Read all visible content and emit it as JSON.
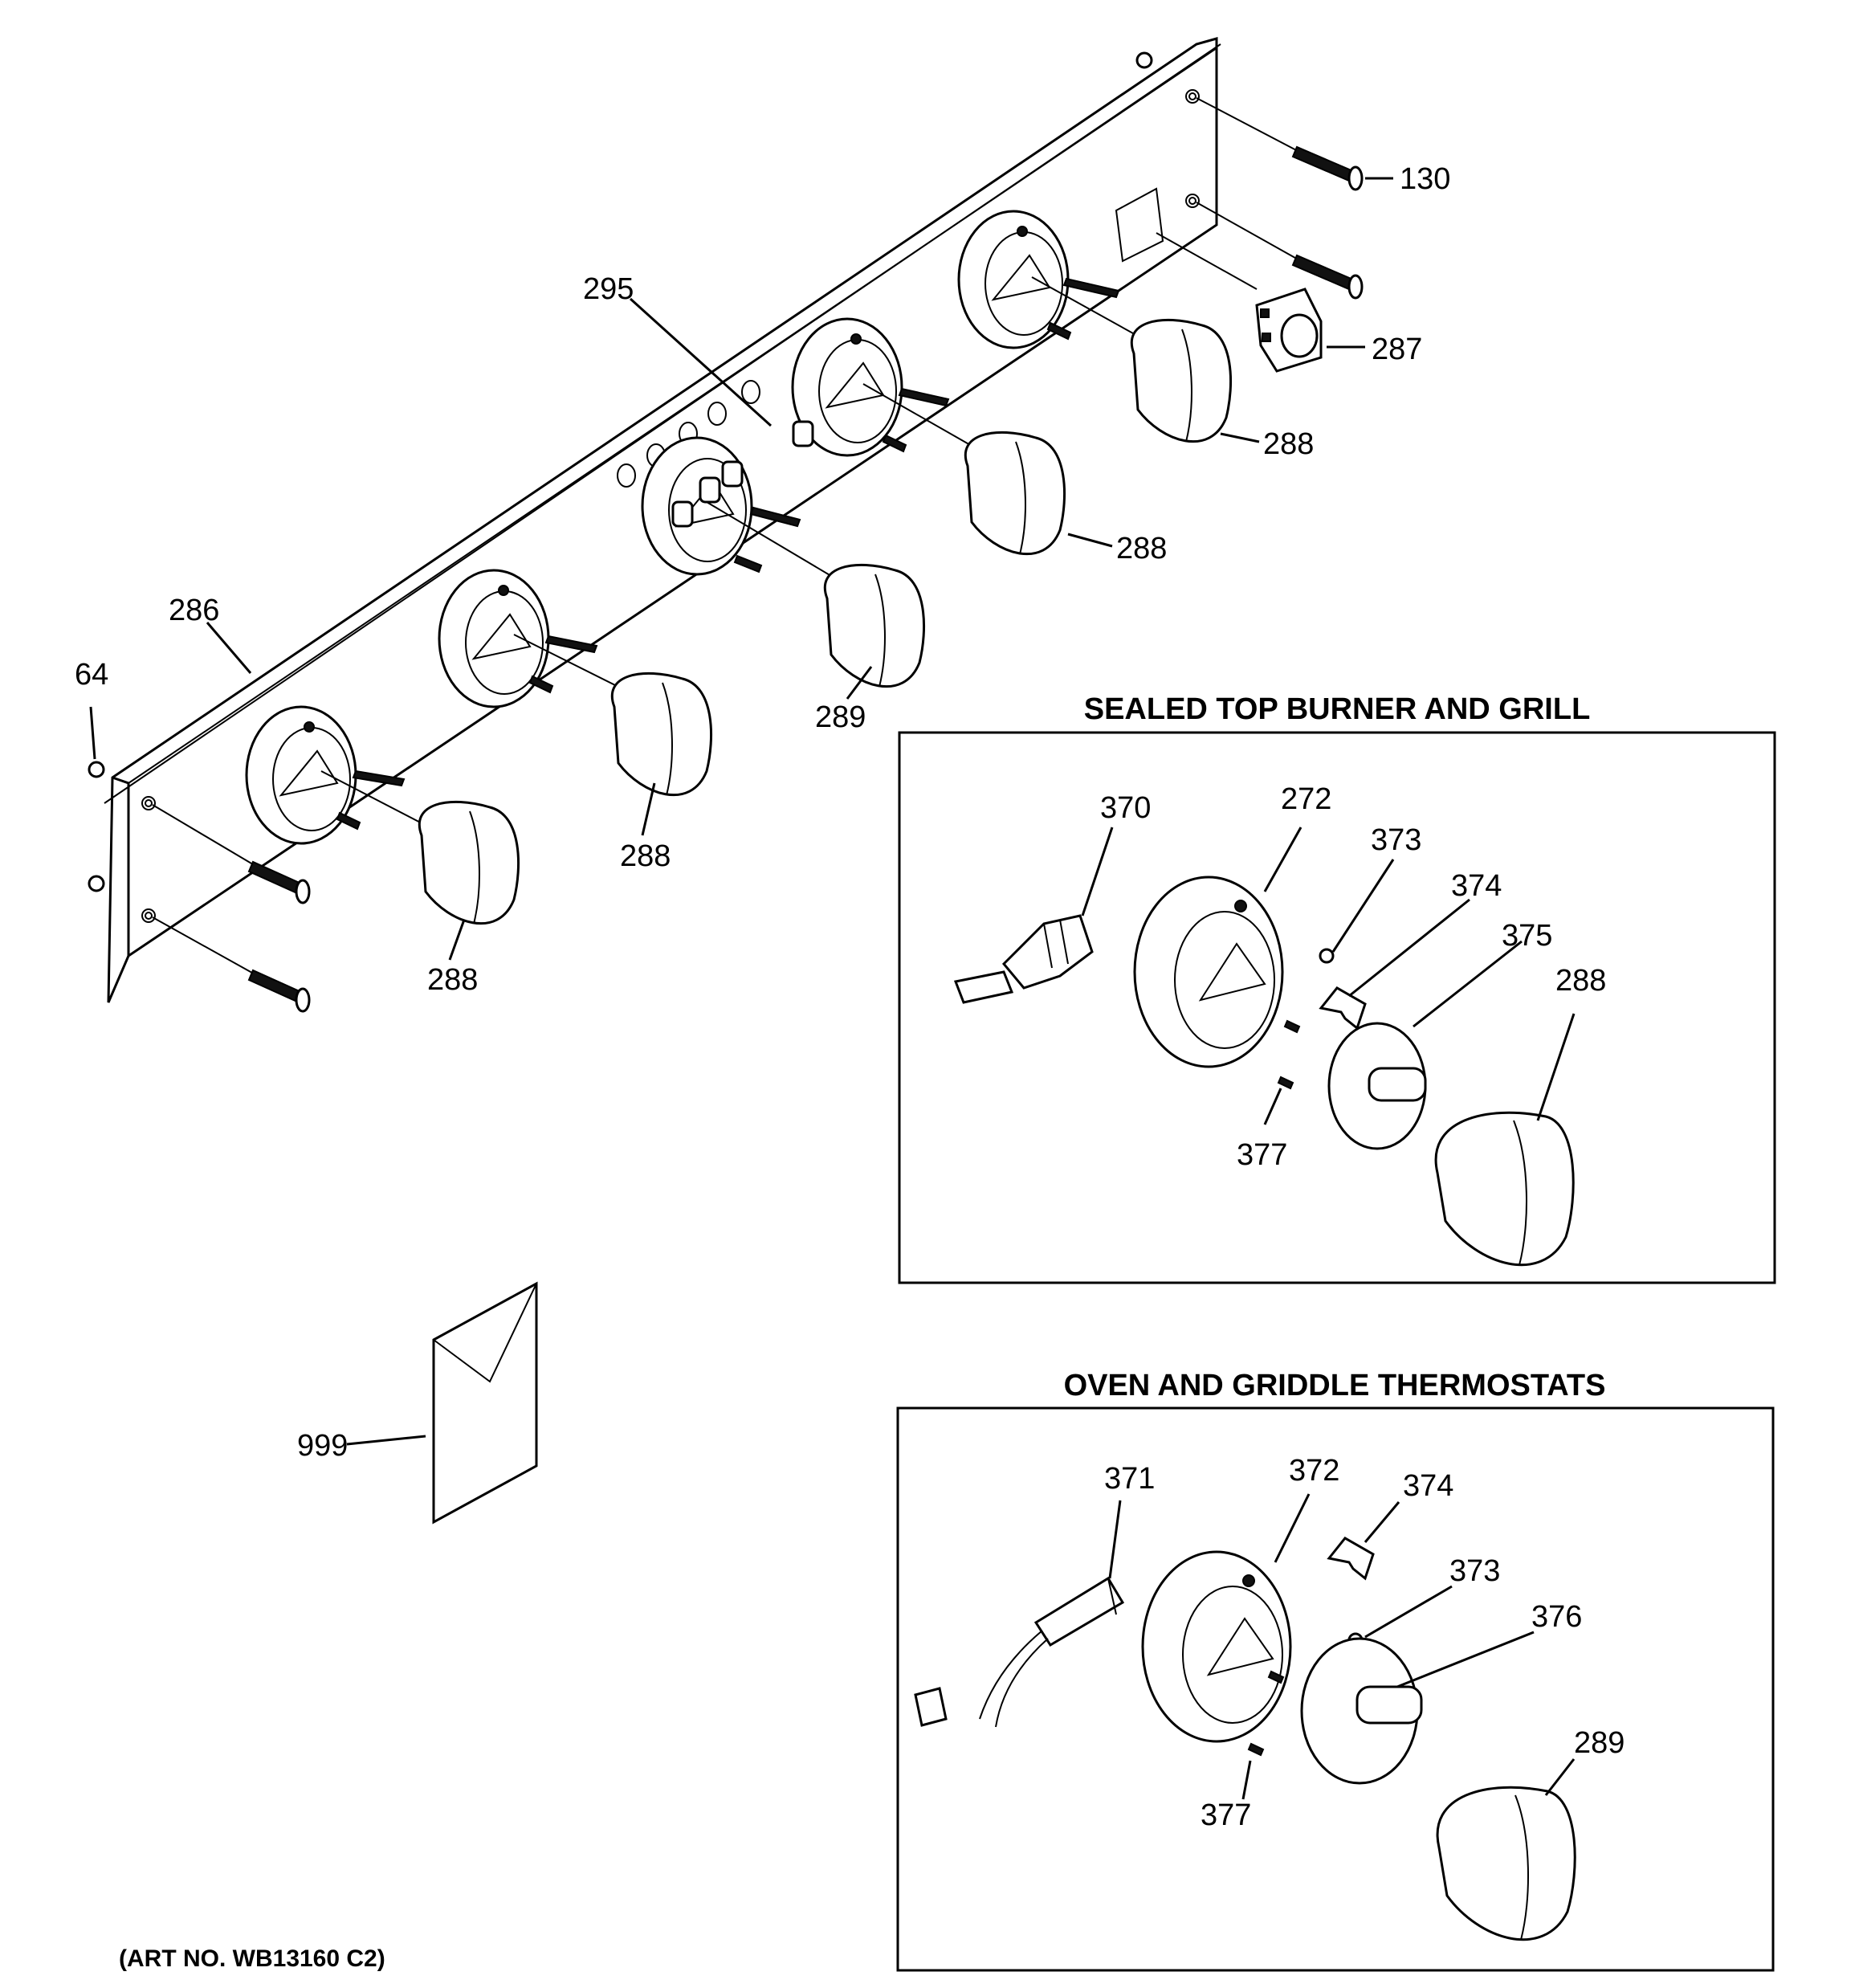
{
  "art_number": "(ART NO. WB13160 C2)",
  "sections": {
    "sealed_top": {
      "title": "SEALED TOP BURNER AND GRILL"
    },
    "oven_griddle": {
      "title": "OVEN AND GRIDDLE THERMOSTATS"
    }
  },
  "callouts": {
    "main": {
      "c130": "130",
      "c287": "287",
      "c288a": "288",
      "c288b": "288",
      "c295": "295",
      "c289": "289",
      "c286": "286",
      "c64": "64",
      "c288c": "288",
      "c288d": "288",
      "c999": "999"
    },
    "sealed_top": {
      "c370": "370",
      "c272": "272",
      "c373": "373",
      "c374": "374",
      "c375": "375",
      "c288": "288",
      "c377": "377"
    },
    "oven_griddle": {
      "c371": "371",
      "c372": "372",
      "c374": "374",
      "c373": "373",
      "c376": "376",
      "c289": "289",
      "c377": "377"
    }
  }
}
